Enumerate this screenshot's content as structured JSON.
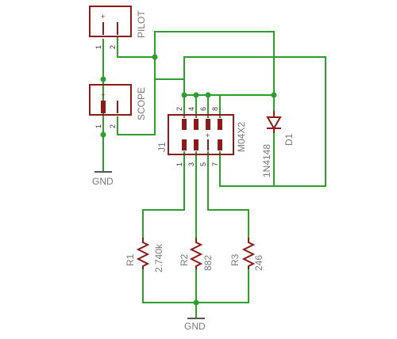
{
  "connectors": {
    "pilot": {
      "name": "PILOT",
      "pin1": "1",
      "pin2": "2",
      "plus": "+"
    },
    "scope": {
      "name": "SCOPE",
      "pin1": "1",
      "pin2": "2",
      "plus": "+"
    }
  },
  "header": {
    "ref": "J1",
    "part": "M04X2",
    "plus": "+",
    "top_pins": [
      "2",
      "4",
      "6",
      "8"
    ],
    "bottom_pins": [
      "1",
      "3",
      "5",
      "7"
    ]
  },
  "diode": {
    "ref": "D1",
    "part": "1N4148"
  },
  "resistors": [
    {
      "ref": "R1",
      "value": "2.740k"
    },
    {
      "ref": "R2",
      "value": "882"
    },
    {
      "ref": "R3",
      "value": "246"
    }
  ],
  "grounds": [
    {
      "label": "GND"
    },
    {
      "label": "GND"
    }
  ],
  "colors": {
    "wire": "#2e9e2e",
    "part": "#8b1a1a",
    "label": "#7a7a7a",
    "ground": "#555555"
  }
}
